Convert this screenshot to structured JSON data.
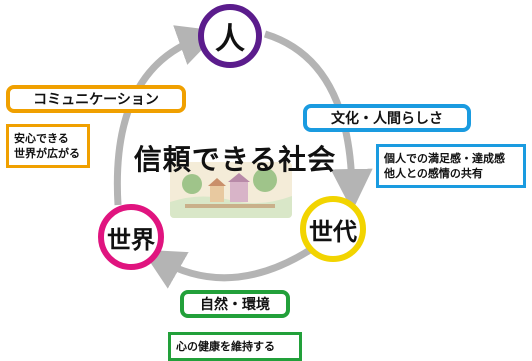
{
  "center_title": "信頼できる社会",
  "nodes": {
    "person": {
      "label": "人",
      "color": "#5b1c8c"
    },
    "generation": {
      "label": "世代",
      "color": "#f2d400"
    },
    "world": {
      "label": "世界",
      "color": "#e0147f"
    }
  },
  "boxes": {
    "communication": {
      "label": "コミュニケーション",
      "color": "#f0a000",
      "note_lines": [
        "安心できる",
        "世界が広がる"
      ]
    },
    "culture": {
      "label": "文化・人間らしさ",
      "color": "#1a9be0",
      "note_lines": [
        "個人での満足感・達成感",
        "他人との感情の共有"
      ]
    },
    "nature": {
      "label": "自然・環境",
      "color": "#22a03a",
      "note_lines": [
        "心の健康を維持する"
      ]
    }
  },
  "colors": {
    "arrow": "#b4b4b4"
  }
}
